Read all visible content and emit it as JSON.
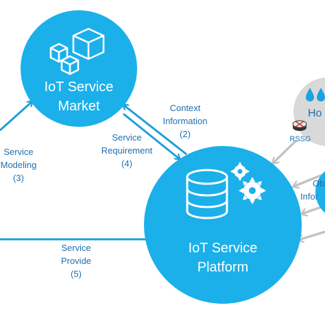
{
  "colors": {
    "primary_circle": "#1bb0ea",
    "label_text": "#1d6fb3",
    "arrow": "#1d9fd9",
    "gray_arrow": "#c3c3c3",
    "gray_circle": "#d9d9d9",
    "icon_blue": "#1aa3e2",
    "white": "#ffffff"
  },
  "market": {
    "title_line1": "IoT Service",
    "title_line2": "Market",
    "icon": "cubes-icon"
  },
  "platform": {
    "title_line1": "IoT Service",
    "title_line2": "Platform",
    "icon": "database-gears-icon"
  },
  "home": {
    "label_partial": "Ho",
    "icon": "water-drops-icon"
  },
  "rssg": {
    "label": "RSSG",
    "icon": "router-icon"
  },
  "edge_labels": {
    "context_information": {
      "line1": "Context",
      "line2": "Information",
      "line3": "(2)"
    },
    "service_requirement": {
      "line1": "Service",
      "line2": "Requirement",
      "line3": "(4)"
    },
    "service_modeling": {
      "line1": "Service",
      "line2": "Modeling",
      "line3": "(3)"
    },
    "service_provide": {
      "line1": "Service",
      "line2": "Provide",
      "line3": "(5)"
    },
    "object_information_partial": {
      "line1": "Ob",
      "line2": "Infor"
    }
  }
}
